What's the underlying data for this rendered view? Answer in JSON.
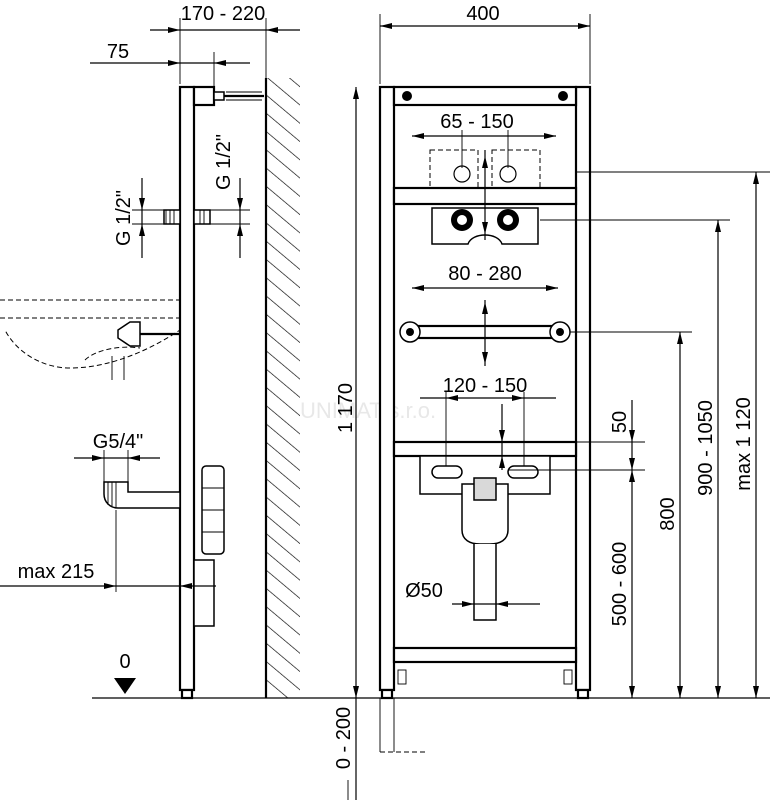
{
  "labels": {
    "side_depth": "170 - 220",
    "side_offset": "75",
    "thread_a": "G 1/2\"",
    "thread_b": "G 1/2\"",
    "drain_thread": "G5/4\"",
    "max_projection": "max 215",
    "floor_zero": "0",
    "floor_range": "0 - 200",
    "frame_width": "400",
    "valve_spacing": "65 - 150",
    "bar_spacing": "80 - 280",
    "drain_spacing": "120 - 150",
    "frame_height": "1 170",
    "drain_diameter": "Ø50",
    "offset_50": "50",
    "drain_height": "500 - 600",
    "bar_height": "800",
    "valve_height": "900 - 1050",
    "max_height": "max 1 120"
  },
  "watermark": "UNIMAT s.r.o."
}
